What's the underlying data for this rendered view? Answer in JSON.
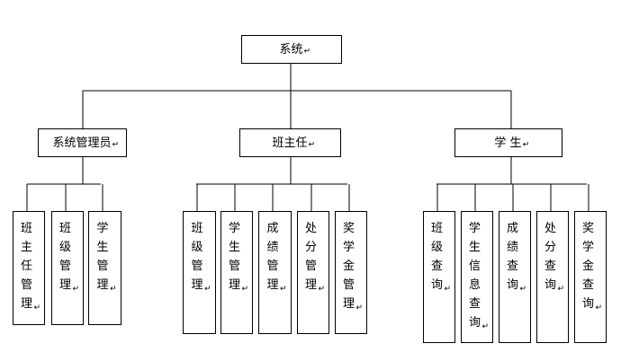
{
  "org_chart": {
    "line_color": "#000000",
    "box_fill": "#ffffff",
    "return_mark": "↵",
    "root": {
      "label": "系统",
      "children": [
        {
          "label": "系统管理员",
          "children": [
            "班主任管理",
            "班级管理",
            "学生管理"
          ]
        },
        {
          "label": "班主任",
          "children": [
            "班级管理",
            "学生管理",
            "成绩管理",
            "处分管理",
            "奖学金管理"
          ]
        },
        {
          "label": "学 生",
          "children": [
            "班级查询",
            "学生信息查询",
            "成绩查询",
            "处分查询",
            "奖学金查询"
          ]
        }
      ]
    }
  }
}
